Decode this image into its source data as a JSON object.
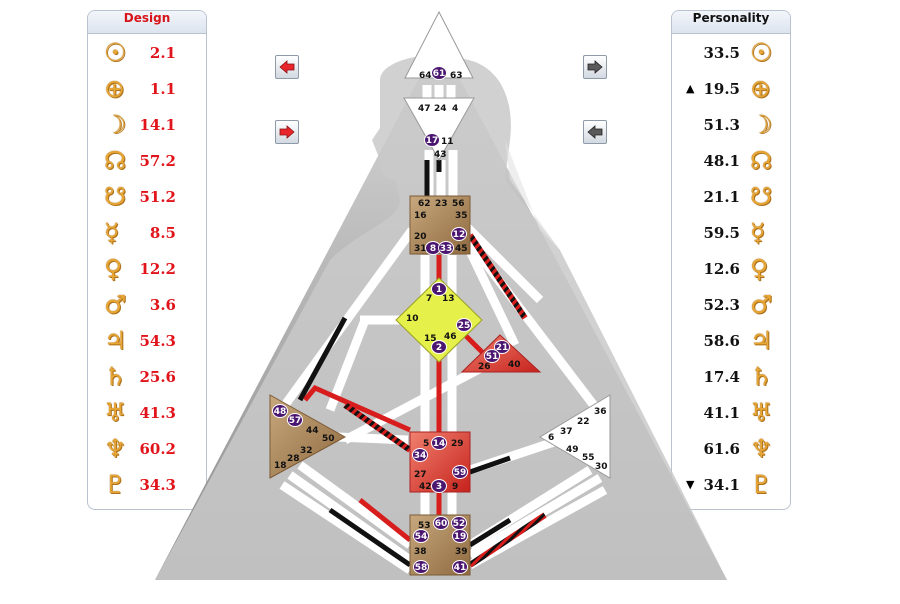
{
  "design": {
    "title": "Design",
    "rows": [
      {
        "icon": "sun-icon",
        "glyph": "☉",
        "value": "2.1"
      },
      {
        "icon": "earth-icon",
        "glyph": "⊕",
        "value": "1.1"
      },
      {
        "icon": "moon-icon",
        "glyph": "☽",
        "value": "14.1"
      },
      {
        "icon": "north-node-icon",
        "glyph": "☊",
        "value": "57.2"
      },
      {
        "icon": "south-node-icon",
        "glyph": "☋",
        "value": "51.2"
      },
      {
        "icon": "mercury-icon",
        "glyph": "☿",
        "value": "8.5"
      },
      {
        "icon": "venus-icon",
        "glyph": "♀",
        "value": "12.2"
      },
      {
        "icon": "mars-icon",
        "glyph": "♂",
        "value": "3.6"
      },
      {
        "icon": "jupiter-icon",
        "glyph": "♃",
        "value": "54.3"
      },
      {
        "icon": "saturn-icon",
        "glyph": "♄",
        "value": "25.6"
      },
      {
        "icon": "uranus-icon",
        "glyph": "♅",
        "value": "41.3"
      },
      {
        "icon": "neptune-icon",
        "glyph": "♆",
        "value": "60.2"
      },
      {
        "icon": "pluto-icon",
        "glyph": "♇",
        "value": "34.3"
      }
    ]
  },
  "personality": {
    "title": "Personality",
    "rows": [
      {
        "icon": "sun-icon",
        "glyph": "☉",
        "value": "33.5",
        "mark": ""
      },
      {
        "icon": "earth-icon",
        "glyph": "⊕",
        "value": "19.5",
        "mark": "▲"
      },
      {
        "icon": "moon-icon",
        "glyph": "☽",
        "value": "51.3",
        "mark": ""
      },
      {
        "icon": "north-node-icon",
        "glyph": "☊",
        "value": "48.1",
        "mark": ""
      },
      {
        "icon": "south-node-icon",
        "glyph": "☋",
        "value": "21.1",
        "mark": ""
      },
      {
        "icon": "mercury-icon",
        "glyph": "☿",
        "value": "59.5",
        "mark": ""
      },
      {
        "icon": "venus-icon",
        "glyph": "♀",
        "value": "12.6",
        "mark": ""
      },
      {
        "icon": "mars-icon",
        "glyph": "♂",
        "value": "52.3",
        "mark": ""
      },
      {
        "icon": "jupiter-icon",
        "glyph": "♃",
        "value": "58.6",
        "mark": ""
      },
      {
        "icon": "saturn-icon",
        "glyph": "♄",
        "value": "17.4",
        "mark": ""
      },
      {
        "icon": "uranus-icon",
        "glyph": "♅",
        "value": "41.1",
        "mark": ""
      },
      {
        "icon": "neptune-icon",
        "glyph": "♆",
        "value": "61.6",
        "mark": ""
      },
      {
        "icon": "pluto-icon",
        "glyph": "♇",
        "value": "34.1",
        "mark": "▼"
      }
    ]
  },
  "buttons": {
    "design_prev": {
      "icon": "arrow-left-icon",
      "color": "#e8262c"
    },
    "design_next": {
      "icon": "arrow-right-icon",
      "color": "#e8262c"
    },
    "personality_next": {
      "icon": "arrow-right-icon",
      "color": "#555555"
    },
    "personality_prev": {
      "icon": "arrow-left-icon",
      "color": "#555555"
    }
  },
  "colors": {
    "design": "#e0141a",
    "personality": "#111111",
    "planet_glyph": "#e7a535",
    "center_tan": "#b0885a",
    "center_red": "#d9362e",
    "center_yellow": "#e5f04a",
    "gate_dot": "#4b1670"
  },
  "gates": {
    "head": [
      "64",
      "61",
      "63"
    ],
    "ajna": [
      "47",
      "24",
      "4",
      "17",
      "11",
      "43"
    ],
    "throat": [
      "62",
      "23",
      "56",
      "16",
      "35",
      "20",
      "12",
      "31",
      "8",
      "33",
      "45"
    ],
    "g_center": [
      "1",
      "7",
      "13",
      "10",
      "25",
      "15",
      "46",
      "2"
    ],
    "heart": [
      "21",
      "51",
      "26",
      "40"
    ],
    "spleen": [
      "48",
      "57",
      "44",
      "50",
      "32",
      "28",
      "18"
    ],
    "sacral": [
      "5",
      "14",
      "29",
      "34",
      "27",
      "59",
      "42",
      "3",
      "9"
    ],
    "solar_plexus": [
      "36",
      "22",
      "37",
      "6",
      "49",
      "55",
      "30"
    ],
    "root": [
      "53",
      "60",
      "52",
      "54",
      "19",
      "38",
      "39",
      "58",
      "41"
    ]
  }
}
